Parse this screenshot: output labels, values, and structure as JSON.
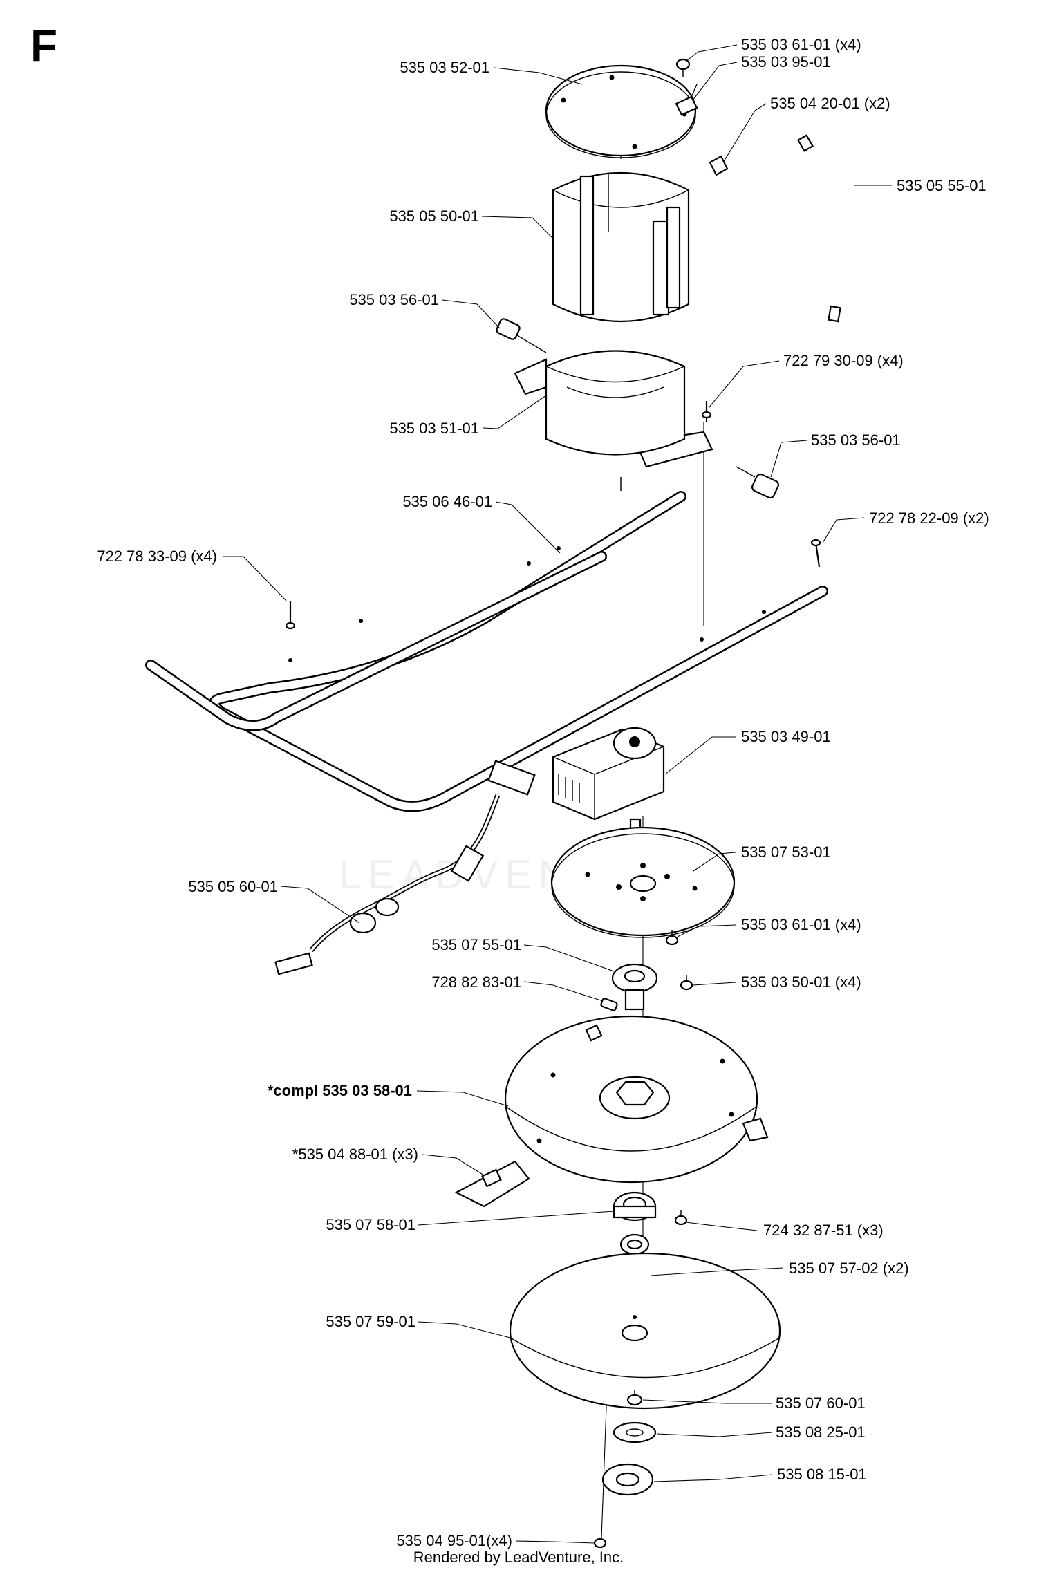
{
  "section_letter": "F",
  "watermark": "LEADVENTURE",
  "footer": "Rendered by LeadVenture, Inc.",
  "callouts": [
    {
      "id": "c01",
      "text": "535 03 61-01 (x4)",
      "bold": false
    },
    {
      "id": "c02",
      "text": "535 03 95-01",
      "bold": false
    },
    {
      "id": "c03",
      "text": "535 03 52-01",
      "bold": false
    },
    {
      "id": "c04",
      "text": "535 04 20-01 (x2)",
      "bold": false
    },
    {
      "id": "c05",
      "text": "535 05 55-01",
      "bold": false
    },
    {
      "id": "c06",
      "text": "535 05 50-01",
      "bold": false
    },
    {
      "id": "c07",
      "text": "535 03 56-01",
      "bold": false
    },
    {
      "id": "c08",
      "text": "722 79 30-09 (x4)",
      "bold": false
    },
    {
      "id": "c09",
      "text": "535 03 51-01",
      "bold": false
    },
    {
      "id": "c10",
      "text": "535 03 56-01",
      "bold": false
    },
    {
      "id": "c11",
      "text": "535 06 46-01",
      "bold": false
    },
    {
      "id": "c12",
      "text": "722 78 22-09 (x2)",
      "bold": false
    },
    {
      "id": "c13",
      "text": "722 78 33-09 (x4)",
      "bold": false
    },
    {
      "id": "c14",
      "text": "535 03 49-01",
      "bold": false
    },
    {
      "id": "c15",
      "text": "535 07 53-01",
      "bold": false
    },
    {
      "id": "c16",
      "text": "535 05 60-01",
      "bold": false
    },
    {
      "id": "c17",
      "text": "535 03 61-01 (x4)",
      "bold": false
    },
    {
      "id": "c18",
      "text": "535 07 55-01",
      "bold": false
    },
    {
      "id": "c19",
      "text": "728 82 83-01",
      "bold": false
    },
    {
      "id": "c20",
      "text": "535 03 50-01 (x4)",
      "bold": false
    },
    {
      "id": "c21",
      "text": "*compl 535 03 58-01",
      "bold": true
    },
    {
      "id": "c22",
      "text": "*535 04 88-01 (x3)",
      "bold": false
    },
    {
      "id": "c23",
      "text": "535 07 58-01",
      "bold": false
    },
    {
      "id": "c24",
      "text": "724 32 87-51 (x3)",
      "bold": false
    },
    {
      "id": "c25",
      "text": "535 07 57-02 (x2)",
      "bold": false
    },
    {
      "id": "c26",
      "text": "535 07 59-01",
      "bold": false
    },
    {
      "id": "c27",
      "text": "535 07 60-01",
      "bold": false
    },
    {
      "id": "c28",
      "text": "535 08 25-01",
      "bold": false
    },
    {
      "id": "c29",
      "text": "535 08 15-01",
      "bold": false
    },
    {
      "id": "c30",
      "text": "535 04 95-01(x4)",
      "bold": false
    }
  ]
}
